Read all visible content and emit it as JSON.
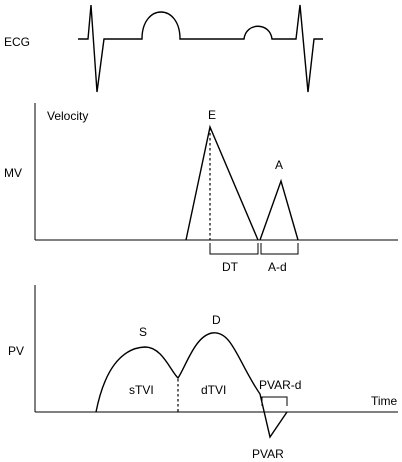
{
  "labels": {
    "ecg": "ECG",
    "velocity": "Velocity",
    "mv": "MV",
    "pv": "PV",
    "time": "Time",
    "e_wave": "E",
    "a_wave": "A",
    "dt": "DT",
    "a_d": "A-d",
    "s_wave": "S",
    "d_wave": "D",
    "stvi": "sTVI",
    "dtvi": "dTVI",
    "pvar_d": "PVAR-d",
    "pvar": "PVAR"
  }
}
